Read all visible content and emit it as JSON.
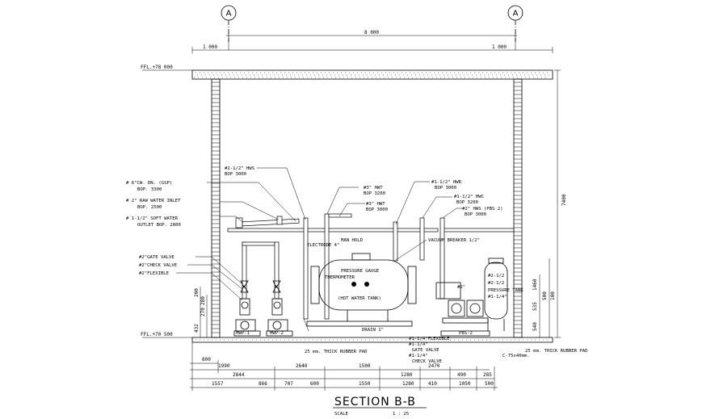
{
  "drawing": {
    "title": "SECTION B-B",
    "scale_label": "SCALE",
    "scale_value": "1 : 25",
    "grid_markers": [
      "A",
      "A"
    ],
    "top_dims": {
      "overall": "8 000",
      "left": "1 000",
      "right": "1 000"
    },
    "levels": {
      "top": "FFL.+78 000",
      "bottom": "FFL.+70 500"
    },
    "right_dims": {
      "height": "7400",
      "slab": "100",
      "d1": "500",
      "d2": "535",
      "d3": "1460",
      "d4": "540"
    },
    "left_dims": {
      "d1": "200",
      "d2": "270",
      "d3": "280",
      "d4": "432"
    },
    "pipe_labels": {
      "hws_top": "#2-1/2\" HWS",
      "hws_top_bop": "BOP 3000",
      "cw_dn": "# 6\"CW. DN. (GSP)",
      "cw_bop": "BOP. 3300",
      "raw_inlet": "# 2\" RAW WATER INLET",
      "raw_bop": "BOP. 2500",
      "soft_water": "# 1-1/2\" SOFT WATER",
      "soft_outlet": "OUTLET BOP. 2800",
      "hwt1": "#3\" HWT",
      "hwt1_bop": "BOP 3200",
      "hwt2": "#3\" HWT",
      "hwt2_bop": "BOP 3000",
      "hwr": "#1-1/2\" HWR",
      "hwr_bop": "BOP 3000",
      "hwc": "#1-1/2\" HWC",
      "hwc_bop": "BOP 3200",
      "hws_pbs": "#2\" HWS (PBS 2)",
      "hws_pbs_bop": "BOP 3000",
      "gate_valve": "#2\"GATE VALVE",
      "check_valve": "#2\"CHECK VALVE",
      "flexible": "#2\"FLEXIBLE"
    },
    "equipment_labels": {
      "electrode": "ELECTRODE 4\"",
      "manhold": "MAN HOLD",
      "vacuum_breaker": "VACUUM BREAKER 1/2\"",
      "pressure_gauge": "PRESSURE GAUGE",
      "thermometer": "THERMOMETER",
      "hot_water_tank": "(HOT WATER TANK)",
      "mwp1": "MWP-1",
      "mwp2": "MWP-2",
      "pbs2": "PBS-2",
      "rubber_pad_left": "25 mm. THICK RUBBER PAD",
      "rubber_pad_right": "25 mm. THICK RUBBER PAD",
      "channel": "C-75x40mm.",
      "drain": "DRAIN 1\"",
      "flexible_1_4": "#1-1/4\"FLEXIBLE",
      "gate_1_4": "#1-1/4\"",
      "gate_1_4_b": "GATE VALVE",
      "check_1_4": "#1-1/4\"",
      "check_1_4_b": "CHECK VALVE",
      "pressure_tank_a": "#2-1/2",
      "pressure_tank_b": "#2-1/2",
      "pressure_tank_c": "PRESSURE TANK",
      "pressure_tank_d": "#1-1/4\"",
      "valve_2": "#2\""
    },
    "bottom_dims": {
      "row1": [
        "800"
      ],
      "row2": [
        "1990",
        "2640",
        "1500",
        "2470"
      ],
      "row3": [
        "2844",
        "1280",
        "490",
        "285"
      ],
      "row4": [
        "1557",
        "866",
        "707",
        "600",
        "1550",
        "1280",
        "410",
        "1050",
        "500"
      ]
    }
  }
}
